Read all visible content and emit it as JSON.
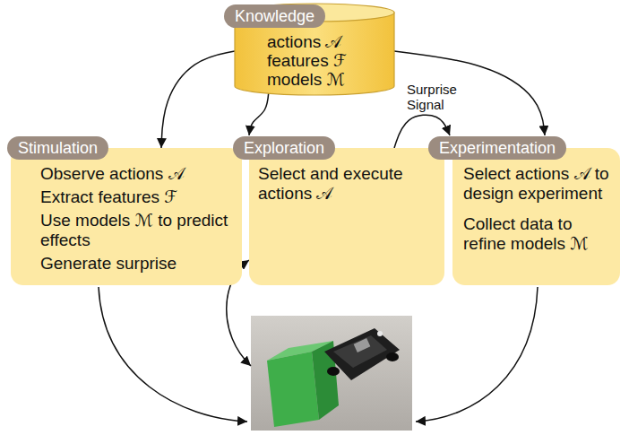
{
  "diagram": {
    "nodes": [
      {
        "text": [
          "Knowledge",
          "actions 𝒜",
          "features ℱ",
          "models ℳ"
        ]
      },
      {
        "text": [
          "Stimulation",
          "Observe actions 𝒜",
          "Extract features ℱ",
          "Use models ℳ to predict effects",
          "Generate surprise"
        ]
      },
      {
        "text": [
          "Exploration",
          "Select and execute actions 𝒜"
        ]
      },
      {
        "text": [
          "Experimentation",
          "Select actions 𝒜 to design experiment",
          "Collect data to refine models ℳ"
        ]
      }
    ],
    "edges": [
      {
        "from": 0,
        "to": 1,
        "arrow": "to"
      },
      {
        "from": 0,
        "to": 2,
        "arrow": "to"
      },
      {
        "from": 0,
        "to": 3,
        "arrow": "to"
      },
      {
        "from": 2,
        "to": 3,
        "label": "Surprise Signal",
        "arrow": "to"
      }
    ]
  }
}
